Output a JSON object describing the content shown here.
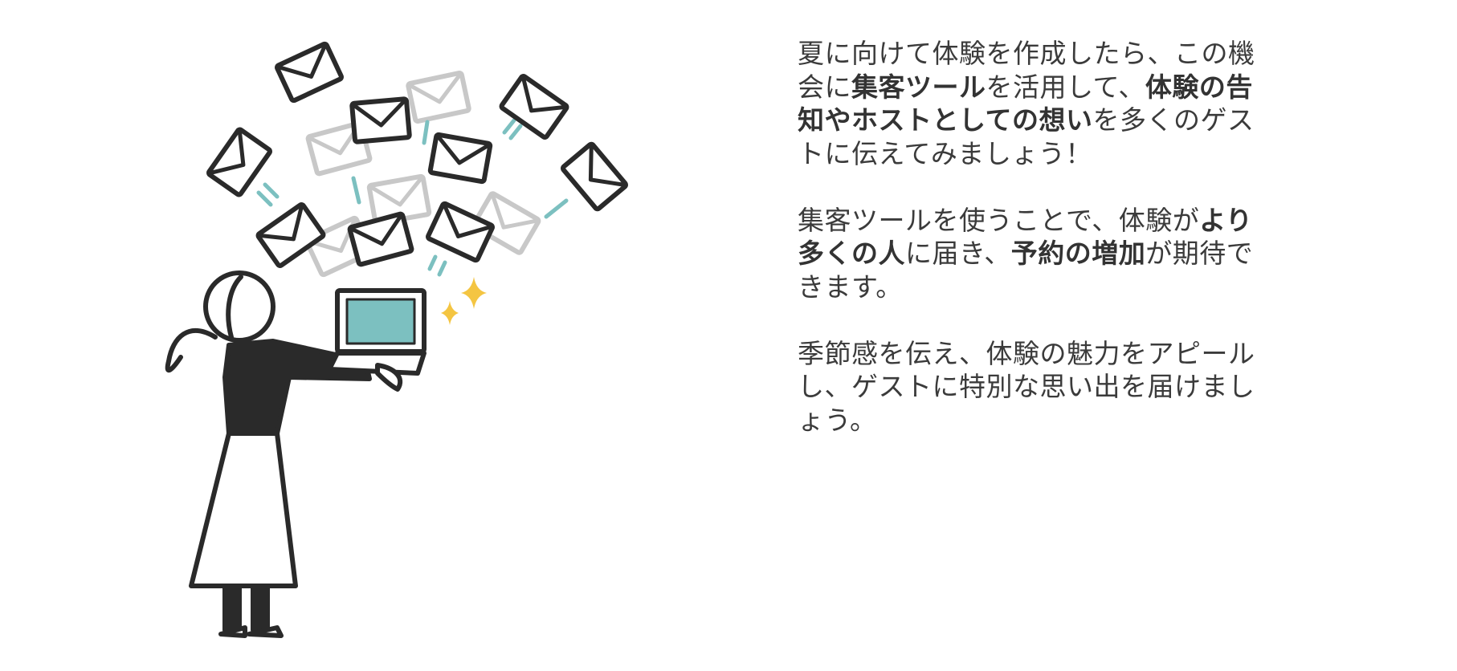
{
  "colors": {
    "text": "#3b3b3b",
    "accent_teal": "#7cc0c0",
    "sparkle": "#f4c542",
    "ink": "#2a2a2a",
    "ghost": "#c8c8c8"
  },
  "illustration": {
    "icons": [
      "person-with-laptop",
      "envelope-icon",
      "sparkle-icon"
    ]
  },
  "paragraphs": [
    {
      "lines": [
        [
          {
            "t": "夏に向けて体験を作成したら、この機",
            "b": false
          }
        ],
        [
          {
            "t": "会に",
            "b": false
          },
          {
            "t": "集客ツール",
            "b": true
          },
          {
            "t": "を活用して、",
            "b": false
          },
          {
            "t": "体験の告",
            "b": true
          }
        ],
        [
          {
            "t": "知やホストとしての想い",
            "b": true
          },
          {
            "t": "を多くのゲス",
            "b": false
          }
        ],
        [
          {
            "t": "トに伝えてみましょう！",
            "b": false
          }
        ]
      ]
    },
    {
      "lines": [
        [
          {
            "t": "集客ツールを使うことで、体験が",
            "b": false
          },
          {
            "t": "より",
            "b": true
          }
        ],
        [
          {
            "t": "多くの人",
            "b": true
          },
          {
            "t": "に届き、",
            "b": false
          },
          {
            "t": "予約の増加",
            "b": true
          },
          {
            "t": "が期待で",
            "b": false
          }
        ],
        [
          {
            "t": "きます。",
            "b": false
          }
        ]
      ]
    },
    {
      "lines": [
        [
          {
            "t": "季節感を伝え、体験の魅力をアピール",
            "b": false
          }
        ],
        [
          {
            "t": "し、ゲストに特別な思い出を届けまし",
            "b": false
          }
        ],
        [
          {
            "t": "ょう。",
            "b": false
          }
        ]
      ]
    }
  ]
}
